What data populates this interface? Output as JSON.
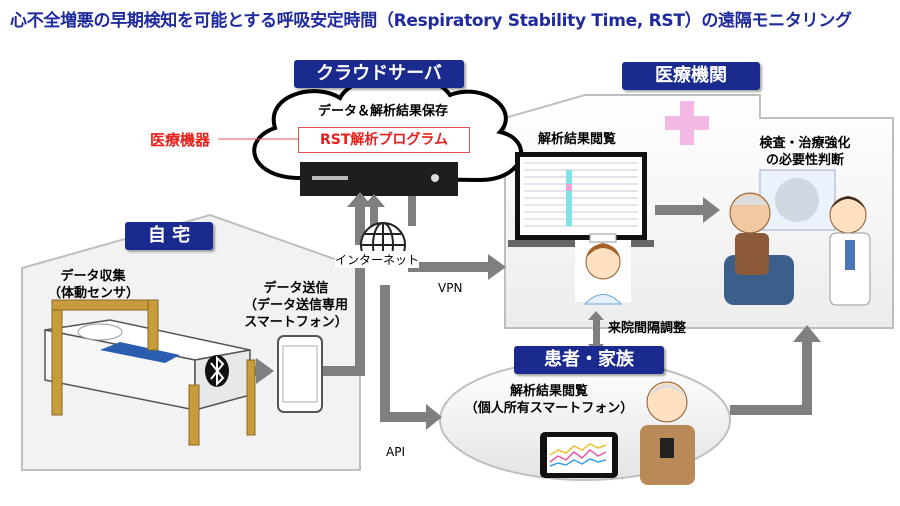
{
  "title": "心不全増悪の早期検知を可能とする呼吸安定時間（Respiratory Stability Time, RST）の遠隔モニタリング",
  "cloud": {
    "label": "クラウドサーバ",
    "storage": "データ＆解析結果保存",
    "program": "RST解析プログラム",
    "device_label": "医療機器"
  },
  "home": {
    "label": "自 宅",
    "collect_line1": "データ収集",
    "collect_line2": "（体動センサ）",
    "send_line1": "データ送信",
    "send_line2": "（データ送信専用",
    "send_line3": "スマートフォン）",
    "internet": "インターネット"
  },
  "hospital": {
    "label": "医療機関",
    "review": "解析結果閲覧",
    "judge_line1": "検査・治療強化",
    "judge_line2": "の必要性判断",
    "vpn": "VPN"
  },
  "family": {
    "label": "患者・家族",
    "review_line1": "解析結果閲覧",
    "review_line2": "（個人所有スマートフォン）",
    "visit": "来院間隔調整",
    "api": "API"
  },
  "colors": {
    "navy": "#1b2a8f",
    "title": "#1f2b9c",
    "red": "#e8201c",
    "arrow": "#7f7f7f"
  }
}
